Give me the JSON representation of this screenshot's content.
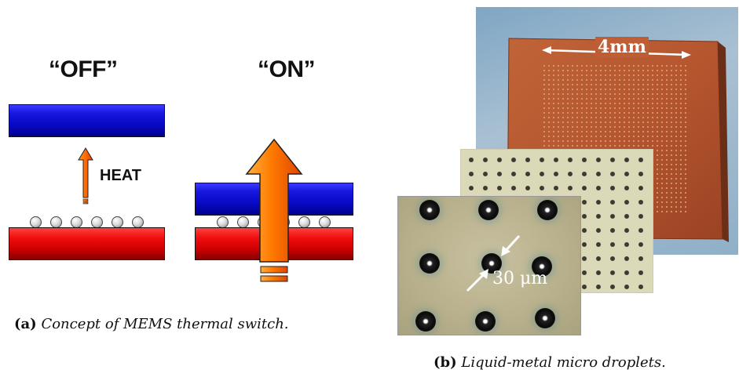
{
  "panel_a": {
    "off_label": "“OFF”",
    "on_label": "“ON”",
    "heat_label": "HEAT",
    "caption_tag": "(a)",
    "caption_text": "Concept of MEMS thermal switch.",
    "colors": {
      "top_plate": "#0a0ac8",
      "bottom_plate": "#d00000",
      "arrow": "#ff6a00"
    }
  },
  "panel_b": {
    "scale_label": "4mm",
    "droplet_label": "30 μm",
    "caption_tag": "(b)",
    "caption_text": "Liquid-metal micro droplets.",
    "colors": {
      "chip": "#b5562f",
      "background": "#8fb0c8"
    }
  }
}
